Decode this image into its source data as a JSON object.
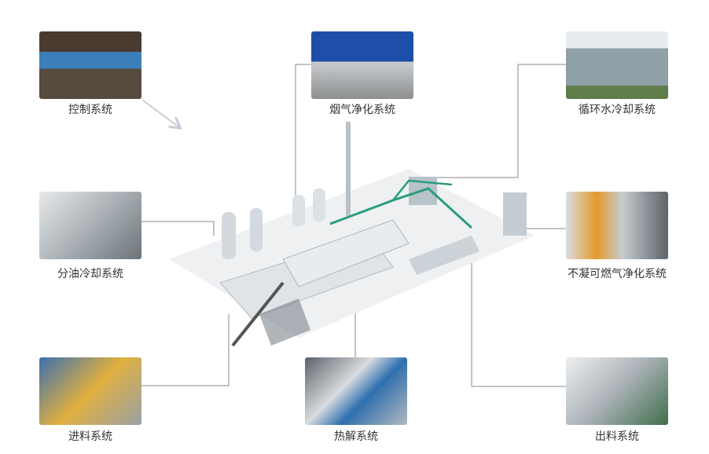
{
  "systems": {
    "control": {
      "label": "控制系统"
    },
    "flue_gas": {
      "label": "烟气净化系统"
    },
    "cooling_water": {
      "label": "循环水冷却系统"
    },
    "oil_cooling": {
      "label": "分油冷却系统"
    },
    "noncondensable_gas": {
      "label": "不凝可燃气净化系统"
    },
    "feeding": {
      "label": "进料系统"
    },
    "pyrolysis": {
      "label": "热解系统"
    },
    "discharge": {
      "label": "出料系统"
    }
  },
  "colors": {
    "line": "#8a8a8a",
    "pipe_green": "#2a9d7a",
    "steel": "#cfd5da"
  }
}
